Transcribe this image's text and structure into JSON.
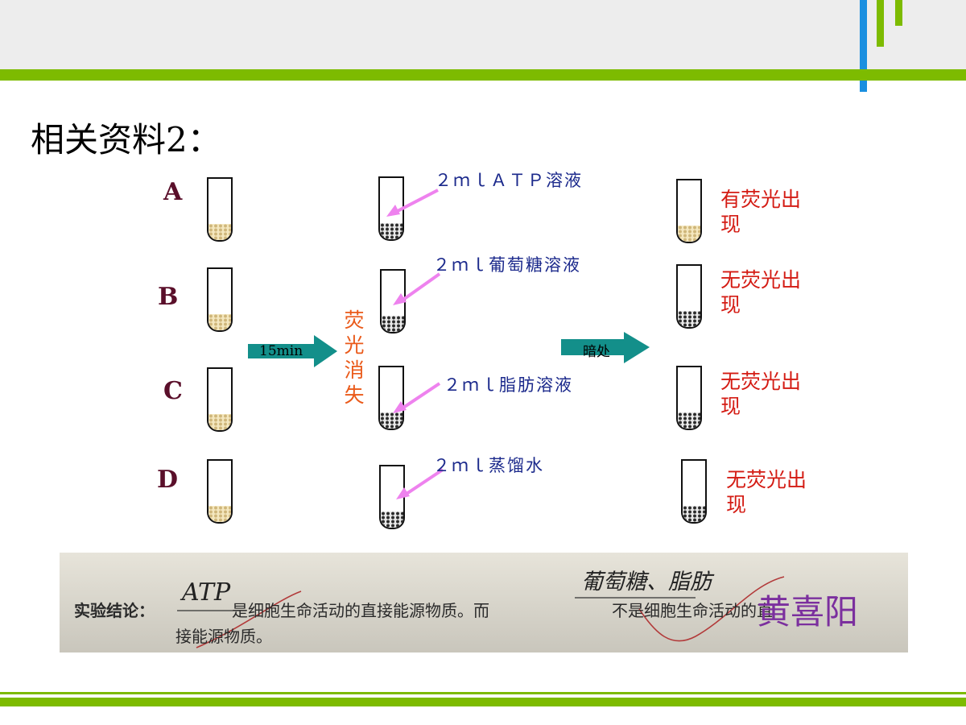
{
  "slide": {
    "title": "相关资料2：",
    "colors": {
      "accent_green": "#7dbb00",
      "accent_blue": "#1a8fe0",
      "letter_color": "#5a0f2a",
      "solution_color": "#1c2a8c",
      "result_color": "#d41c14",
      "fade_color": "#ea5a1a",
      "arrow_color": "#138f8a",
      "pointer_color": "#ee82ee"
    }
  },
  "rows": [
    {
      "letter": "A",
      "solution": "２ｍｌＡＴＰ溶液",
      "result": "有荧光出现"
    },
    {
      "letter": "B",
      "solution": "２ｍｌ葡萄糖溶液",
      "result": "无荧光出现"
    },
    {
      "letter": "C",
      "solution": "２ｍｌ脂肪溶液",
      "result": "无荧光出现"
    },
    {
      "letter": "D",
      "solution": "２ｍｌ蒸馏水",
      "result": "无荧光出现"
    }
  ],
  "process": {
    "arrow1_label": "15min",
    "fade_text": "荧光消失",
    "arrow2_label": "暗处"
  },
  "notes": {
    "prefix": "实验结论：",
    "blank1": "ATP",
    "middle": "是细胞生命活动的直接能源物质。而",
    "blank2": "葡萄糖、脂肪",
    "suffix": "不是细胞生命活动的直",
    "line2": "接能源物质。",
    "signature": "黄喜阳"
  }
}
